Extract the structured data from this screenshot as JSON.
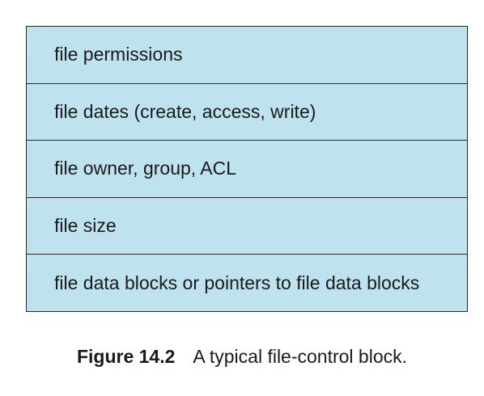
{
  "figure": {
    "rows": [
      "file permissions",
      "file dates (create, access, write)",
      "file owner, group, ACL",
      "file size",
      "file data blocks or pointers to file data blocks"
    ],
    "fill_color": "#bfe3ee",
    "border_color": "#2a2a2a"
  },
  "caption": {
    "label": "Figure 14.2",
    "text": "A typical file-control block."
  }
}
